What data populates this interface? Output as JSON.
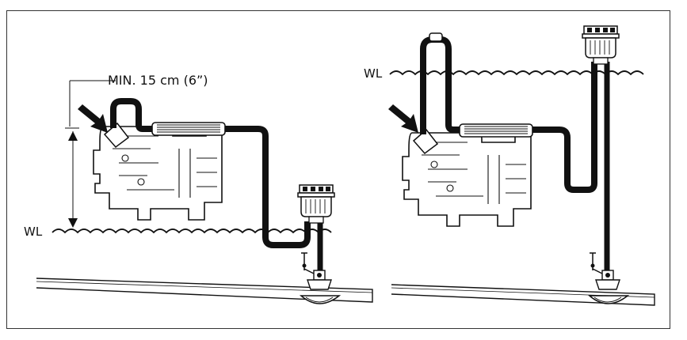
{
  "left_panel": {
    "min_height_label": "MIN. 15 cm (6”)",
    "waterline_label": "WL"
  },
  "right_panel": {
    "waterline_label": "WL"
  },
  "colors": {
    "line": "#111111",
    "background": "#ffffff"
  }
}
